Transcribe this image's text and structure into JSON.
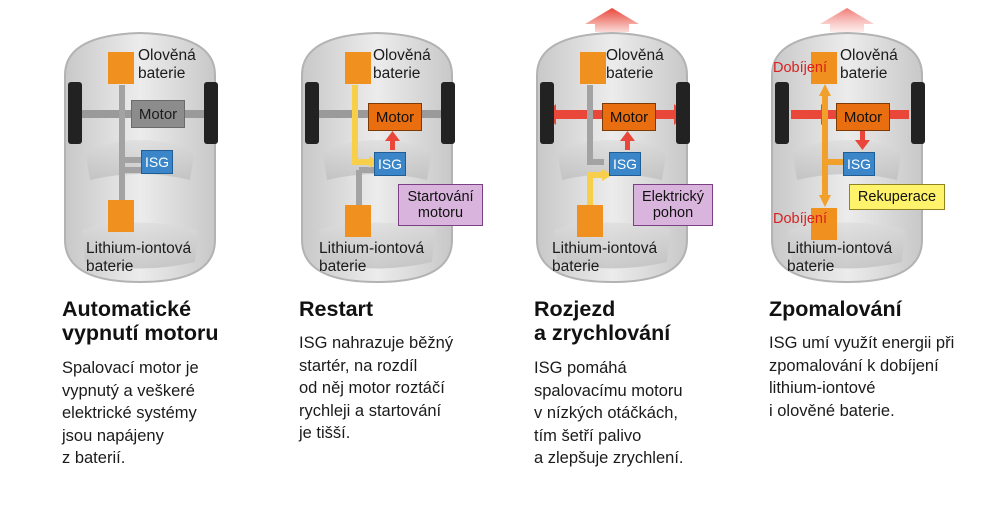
{
  "colors": {
    "battery_orange": "#f0901e",
    "motor_gray": "#8c8c8c",
    "motor_active": "#e86e10",
    "isg_blue": "#3a86c8",
    "power_red": "#e8473a",
    "yellow_line": "#f7cf4a",
    "tag_purple": "#d9b4dd",
    "tag_yellow": "#fff36b",
    "text_red": "#d9201f"
  },
  "common": {
    "lead_battery": "Olověná\nbaterie",
    "lithium_battery": "Lithium-iontová\nbaterie",
    "motor": "Motor",
    "isg": "ISG"
  },
  "panels": [
    {
      "title": "Automatické\nvypnutí motoru",
      "desc": "Spalovací motor je\nvypnutý a veškeré\nelektrické systémy\njsou napájeny\nz baterií."
    },
    {
      "title": "Restart",
      "desc": "ISG nahrazuje běžný\nstartér, na rozdíl\nod něj motor roztáčí\nrychleji a startování\nje tišší.",
      "tag": "Startování\nmotoru"
    },
    {
      "title": "Rozjezd\na zrychlování",
      "desc": "ISG pomáhá\nspalovacímu motoru\nv nízkých otáčkách,\ntím šetří palivo\na zlepšuje zrychlení.",
      "tag": "Elektrický\npohon"
    },
    {
      "title": "Zpomalování",
      "desc": "ISG umí využít energii při\nzpomalování k dobíjení\nlithium-iontové\ni olověné baterie.",
      "tag": "Rekuperace",
      "charging_top": "Dobíjení",
      "charging_bottom": "Dobíjení"
    }
  ]
}
